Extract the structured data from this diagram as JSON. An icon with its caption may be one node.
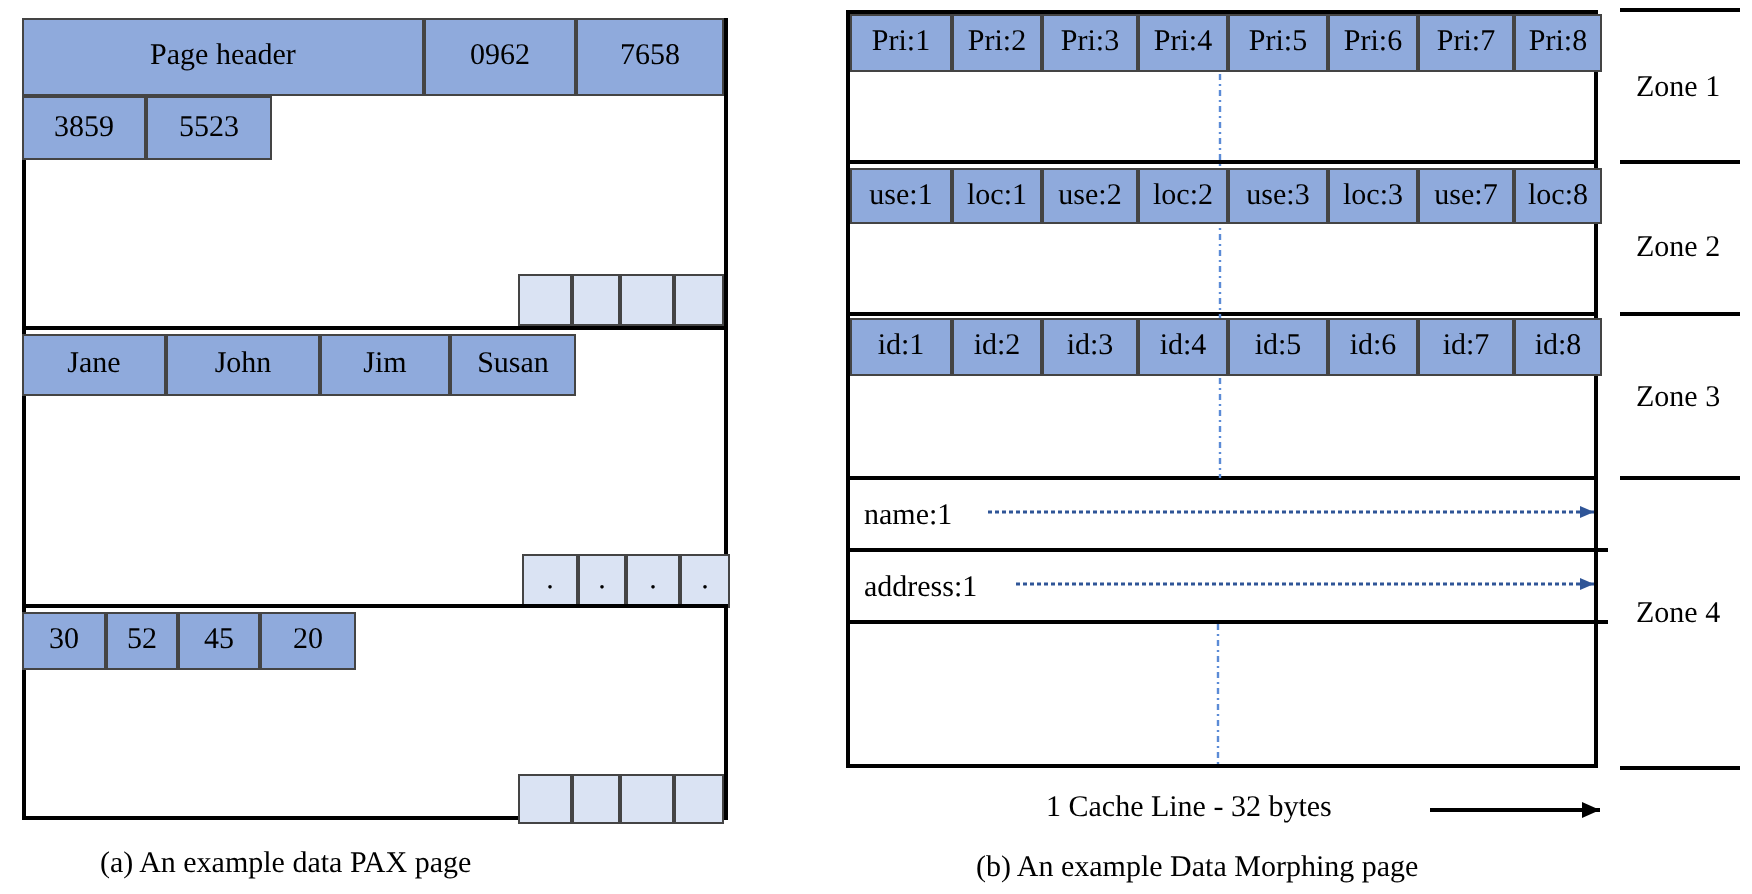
{
  "diagram": {
    "nodes": [
      {
        "text": [],
        "shape": "box"
      },
      {
        "text": [],
        "shape": "box",
        "in": 0
      },
      {
        "text": [
          "Page header"
        ],
        "in": 1
      },
      {
        "text": [
          "0962"
        ],
        "in": 1
      },
      {
        "text": [
          "7658"
        ],
        "in": 1
      },
      {
        "text": [
          "3859"
        ],
        "in": 1
      },
      {
        "text": [
          "5523"
        ],
        "in": 1
      },
      {
        "text": [],
        "shape": "box",
        "in": 1
      },
      {
        "text": [],
        "shape": "box",
        "in": 1
      },
      {
        "text": [],
        "shape": "box",
        "in": 1
      },
      {
        "text": [],
        "shape": "box",
        "in": 1
      },
      {
        "text": [],
        "shape": "box",
        "in": 0
      },
      {
        "text": [
          "Jane"
        ],
        "in": 11
      },
      {
        "text": [
          "John"
        ],
        "in": 11
      },
      {
        "text": [
          "Jim"
        ],
        "in": 11
      },
      {
        "text": [
          "Susan"
        ],
        "in": 11
      },
      {
        "text": [
          "."
        ],
        "in": 11
      },
      {
        "text": [
          "."
        ],
        "in": 11
      },
      {
        "text": [
          "."
        ],
        "in": 11
      },
      {
        "text": [
          "."
        ],
        "in": 11
      },
      {
        "text": [],
        "shape": "box",
        "in": 0
      },
      {
        "text": [
          "30"
        ],
        "in": 20
      },
      {
        "text": [
          "52"
        ],
        "in": 20
      },
      {
        "text": [
          "45"
        ],
        "in": 20
      },
      {
        "text": [
          "20"
        ],
        "in": 20
      },
      {
        "text": [],
        "shape": "box",
        "in": 20
      },
      {
        "text": [],
        "shape": "box",
        "in": 20
      },
      {
        "text": [],
        "shape": "box",
        "in": 20
      },
      {
        "text": [],
        "shape": "box",
        "in": 20
      },
      {
        "text": [],
        "shape": "box"
      },
      {
        "text": [
          "Pri:1"
        ],
        "in": 29
      },
      {
        "text": [
          "Pri:2"
        ],
        "in": 29
      },
      {
        "text": [
          "Pri:3"
        ],
        "in": 29
      },
      {
        "text": [
          "Pri:4"
        ],
        "in": 29
      },
      {
        "text": [
          "Pri:5"
        ],
        "in": 29
      },
      {
        "text": [
          "Pri:6"
        ],
        "in": 29
      },
      {
        "text": [
          "Pri:7"
        ],
        "in": 29
      },
      {
        "text": [
          "Pri:8"
        ],
        "in": 29
      },
      {
        "text": [
          "use:1"
        ],
        "in": 29
      },
      {
        "text": [
          "loc:1"
        ],
        "in": 29
      },
      {
        "text": [
          "use:2"
        ],
        "in": 29
      },
      {
        "text": [
          "loc:2"
        ],
        "in": 29
      },
      {
        "text": [
          "use:3"
        ],
        "in": 29
      },
      {
        "text": [
          "loc:3"
        ],
        "in": 29
      },
      {
        "text": [
          "use:7"
        ],
        "in": 29
      },
      {
        "text": [
          "loc:8"
        ],
        "in": 29
      },
      {
        "text": [
          "id:1"
        ],
        "in": 29
      },
      {
        "text": [
          "id:2"
        ],
        "in": 29
      },
      {
        "text": [
          "id:3"
        ],
        "in": 29
      },
      {
        "text": [
          "id:4"
        ],
        "in": 29
      },
      {
        "text": [
          "id:5"
        ],
        "in": 29
      },
      {
        "text": [
          "id:6"
        ],
        "in": 29
      },
      {
        "text": [
          "id:7"
        ],
        "in": 29
      },
      {
        "text": [
          "id:8"
        ],
        "in": 29
      },
      {
        "text": [
          "name:1"
        ],
        "in": 29
      },
      {
        "text": [
          "address:1"
        ],
        "in": 29
      }
    ],
    "edges": [
      {
        "from": 54,
        "to": 29,
        "arrow": "to",
        "style": "dashed",
        "color": "#2f5597"
      },
      {
        "from": 55,
        "to": 29,
        "arrow": "to",
        "style": "dashed",
        "color": "#2f5597"
      }
    ],
    "labels": [
      "Zone 1",
      "Zone 2",
      "Zone 3",
      "Zone 4",
      "1 Cache Line - 32 bytes",
      "(a) An example data PAX page",
      "(b) An example Data Morphing page"
    ]
  }
}
